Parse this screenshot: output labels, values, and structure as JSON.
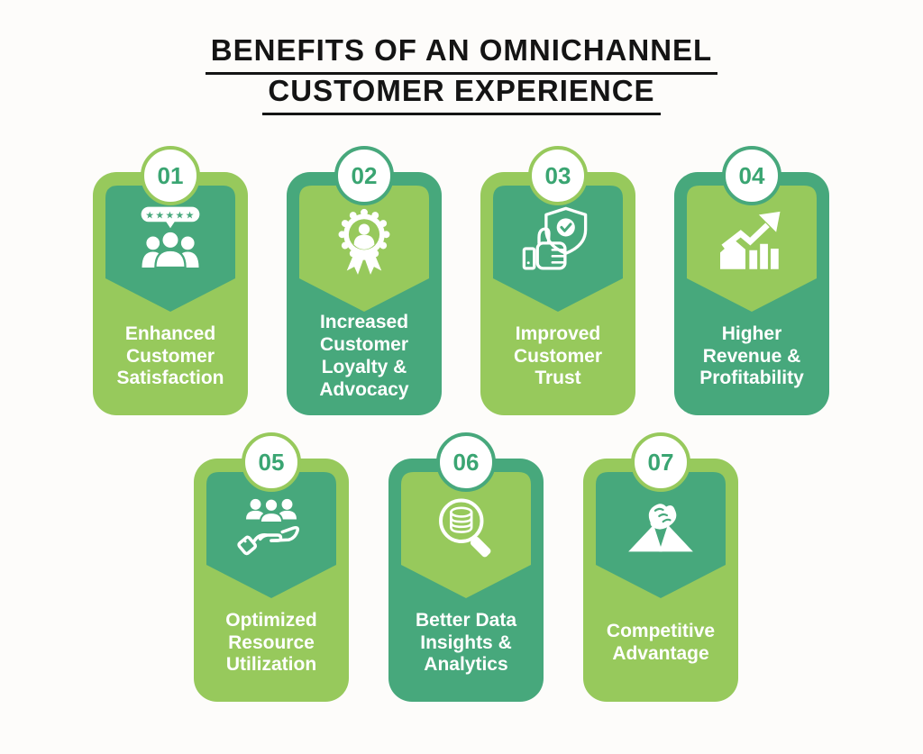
{
  "title": {
    "line1": "BENEFITS OF AN OMNICHANNEL",
    "line2": "CUSTOMER EXPERIENCE"
  },
  "colors": {
    "light_green": "#97C95C",
    "teal_green": "#47A87C",
    "number_green": "#3AA572",
    "label_text": "#FFFFFF",
    "title_text": "#141414",
    "background": "#FDFCFA"
  },
  "cards": [
    {
      "number": "01",
      "label": "Enhanced\nCustomer\nSatisfaction",
      "icon": "customer-review-stars-icon",
      "theme": "light-outer-teal-chevron"
    },
    {
      "number": "02",
      "label": "Increased\nCustomer\nLoyalty &\nAdvocacy",
      "icon": "award-ribbon-icon",
      "theme": "teal-outer-light-chevron"
    },
    {
      "number": "03",
      "label": "Improved\nCustomer\nTrust",
      "icon": "shield-thumbs-up-icon",
      "theme": "light-outer-teal-chevron"
    },
    {
      "number": "04",
      "label": "Higher\nRevenue &\nProfitability",
      "icon": "growth-chart-arrow-icon",
      "theme": "teal-outer-light-chevron"
    },
    {
      "number": "05",
      "label": "Optimized\nResource\nUtilization",
      "icon": "hand-holding-people-icon",
      "theme": "light-outer-teal-chevron"
    },
    {
      "number": "06",
      "label": "Better Data\nInsights &\nAnalytics",
      "icon": "data-magnifier-icon",
      "theme": "teal-outer-light-chevron"
    },
    {
      "number": "07",
      "label": "Competitive\nAdvantage",
      "icon": "arm-wrestling-icon",
      "theme": "light-outer-teal-chevron"
    }
  ]
}
